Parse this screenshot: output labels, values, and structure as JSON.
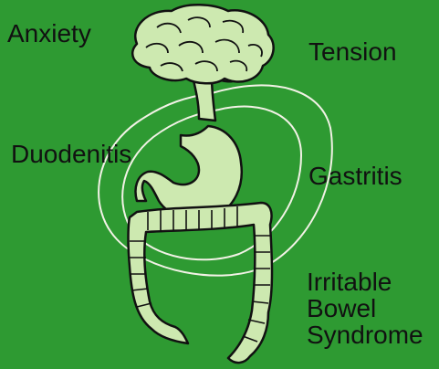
{
  "colors": {
    "background": "#2e9a32",
    "organ_fill": "#cde9b0",
    "outline": "#111111",
    "loop_line": "#f2f2e6"
  },
  "labels": {
    "anxiety": "Anxiety",
    "tension": "Tension",
    "duodenitis": "Duodenitis",
    "gastritis": "Gastritis",
    "ibs_line1": "Irritable",
    "ibs_line2": "Bowel",
    "ibs_line3": "Syndrome"
  },
  "organs": [
    "brain",
    "stomach",
    "colon"
  ]
}
